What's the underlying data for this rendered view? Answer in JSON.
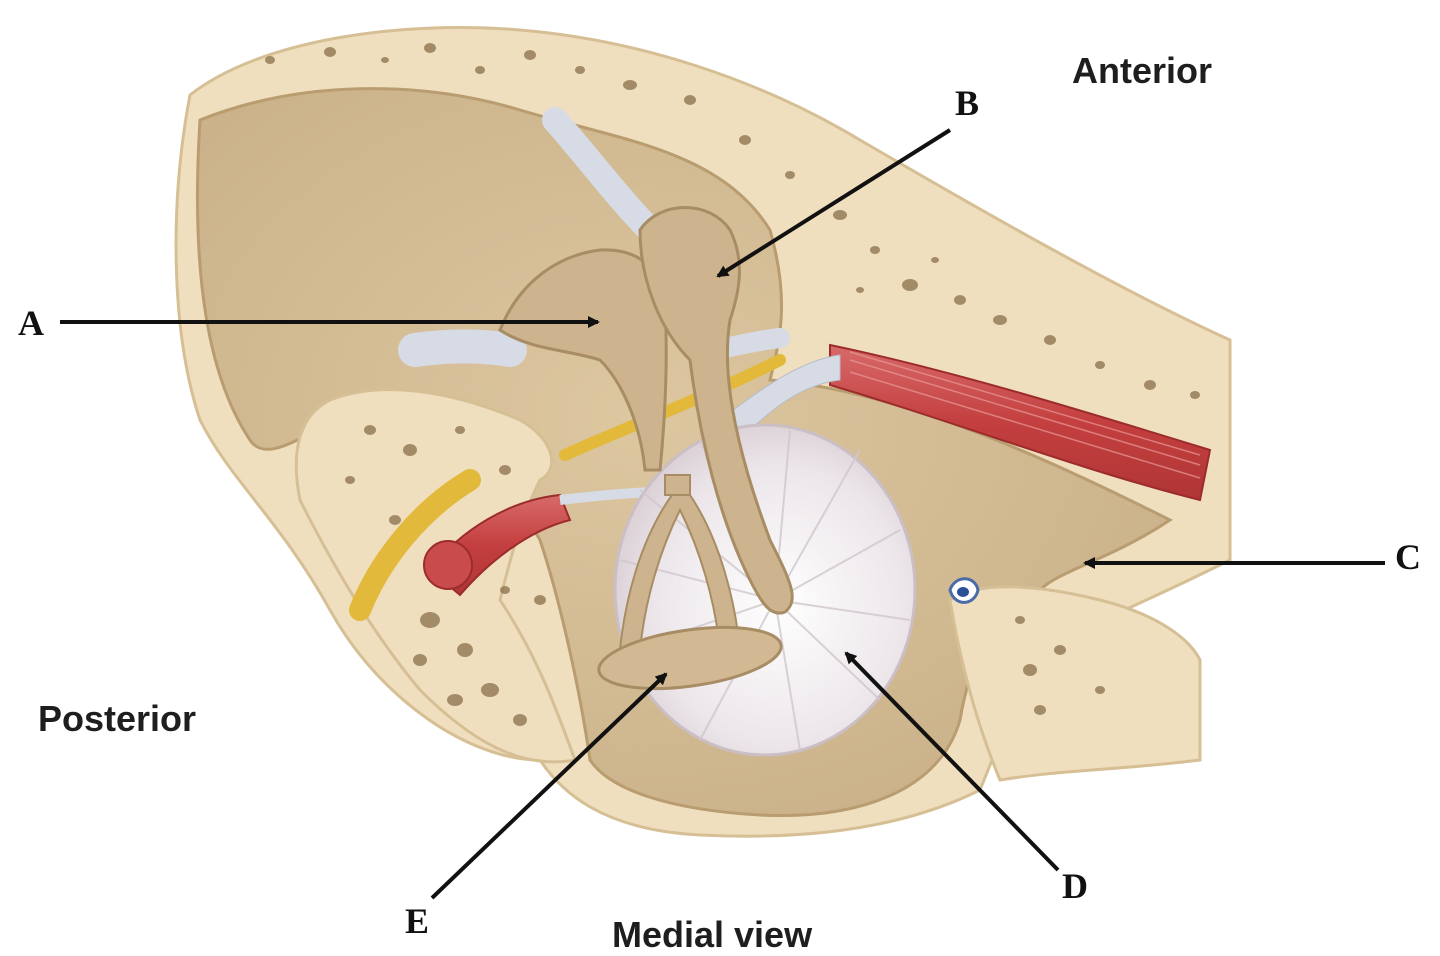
{
  "orientation": {
    "anterior": "Anterior",
    "posterior": "Posterior"
  },
  "caption": "Medial view",
  "labels": {
    "a": "A",
    "b": "B",
    "c": "C",
    "d": "D",
    "e": "E"
  },
  "colors": {
    "bone": "#ecd9b4",
    "ossicle": "#cdb38e",
    "muscle": "#c94b4b",
    "nerve": "#e2b93a",
    "ligament": "#d6dbe6",
    "membrane": "#eeeaec",
    "arrow": "#111111"
  }
}
